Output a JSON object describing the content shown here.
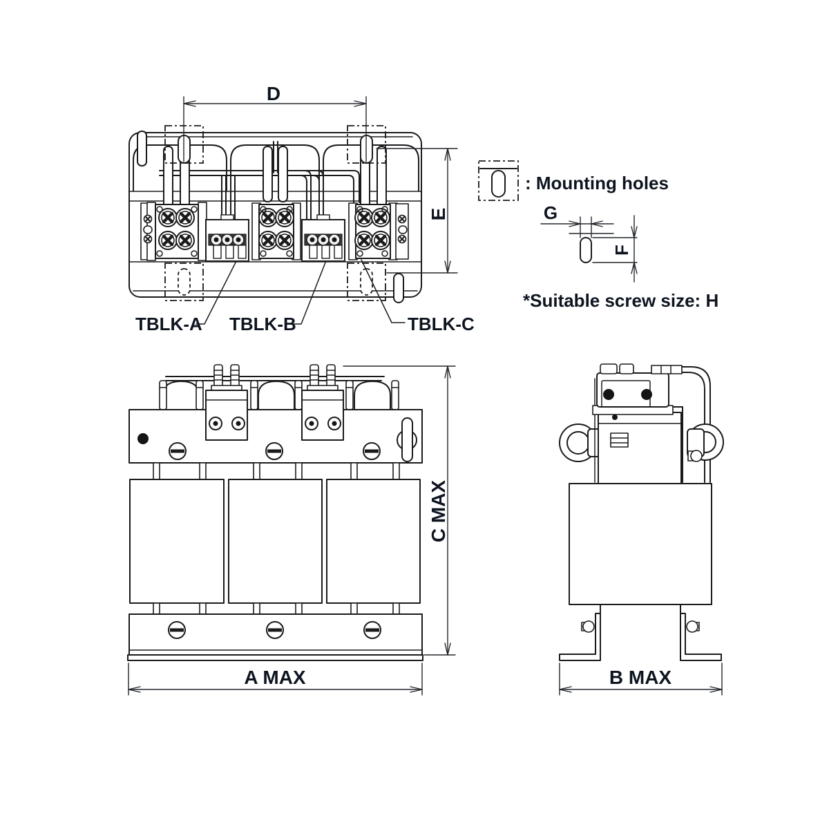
{
  "colors": {
    "background": "#ffffff",
    "line": "#1a1a1a",
    "dimension": "#22262b",
    "text": "#0e1520"
  },
  "top_view": {
    "dim_horizontal": "D",
    "dim_vertical": "E",
    "terminal_block_labels": [
      "TBLK-A",
      "TBLK-B",
      "TBLK-C"
    ]
  },
  "legend": {
    "mounting_icon": "mounting-hole-slot-icon",
    "mounting_label": ": Mounting holes",
    "dim_slot_width": "G",
    "dim_slot_height": "F",
    "screw_note": "*Suitable screw size: H"
  },
  "front_view": {
    "dim_width": "A MAX",
    "dim_height": "C MAX"
  },
  "side_view": {
    "dim_depth": "B MAX"
  }
}
